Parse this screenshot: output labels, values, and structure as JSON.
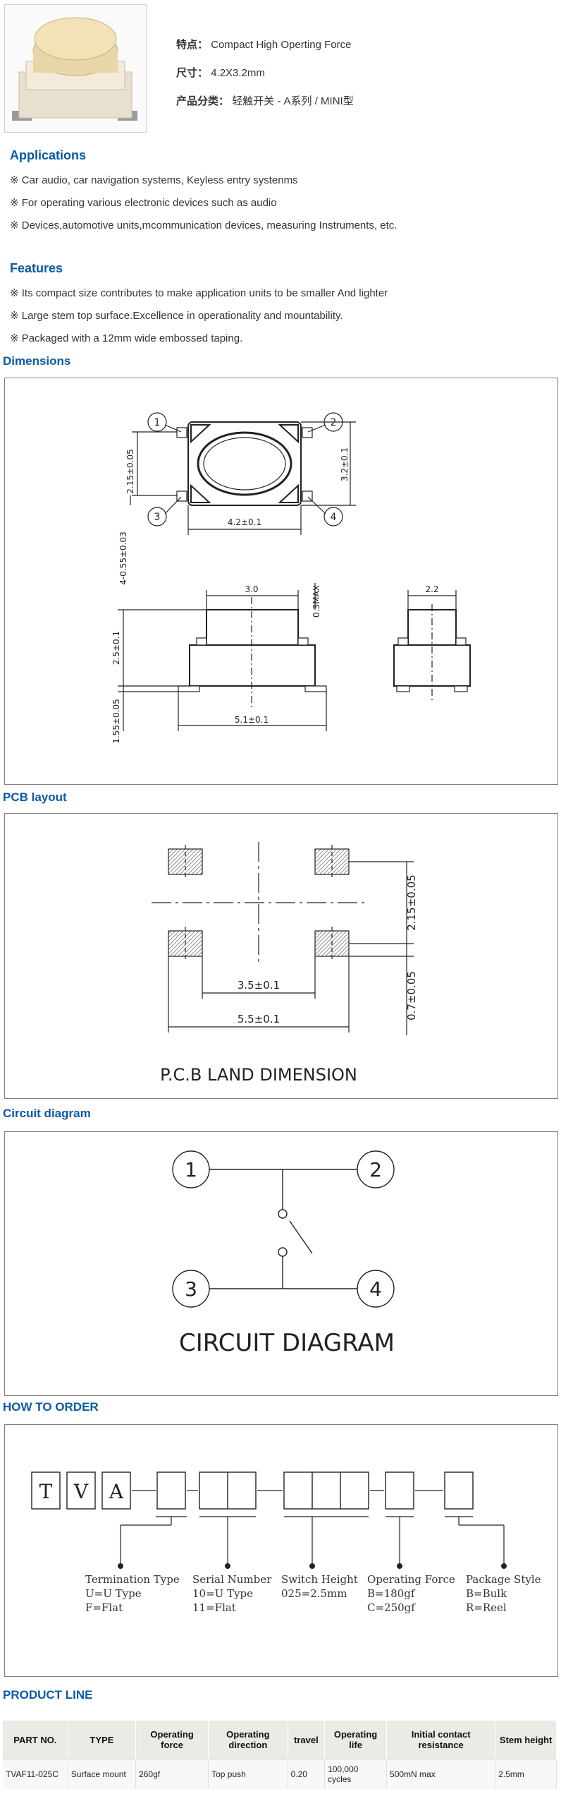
{
  "specs": {
    "feature_label": "特点：",
    "feature_value": "Compact High Operting Force",
    "size_label": "尺寸：",
    "size_value": "4.2X3.2mm",
    "category_label": "产品分类：",
    "category_value": "轻触开关 - A系列 / MINI型"
  },
  "applications": {
    "title": "Applications",
    "lines": [
      "※ Car audio, car navigation systems, Keyless entry systenms",
      "※ For operating various electronic devices such as audio",
      "※ Devices,automotive units,mcommunication devices, measuring Instruments, etc."
    ]
  },
  "features": {
    "title": "Features",
    "lines": [
      "※ Its compact size contributes to make application units to be smaller And lighter",
      "※ Large stem top surface.Excellence in operationality and mountability.",
      "※ Packaged with a 12mm wide embossed taping."
    ]
  },
  "dimensions": {
    "title": "Dimensions",
    "labels": {
      "pin1": "1",
      "pin2": "2",
      "pin3": "3",
      "pin4": "4",
      "h215": "2.15±0.05",
      "h32": "3.2±0.1",
      "w42": "4.2±0.1",
      "d455": "4-0.55±0.03",
      "w30": "3.0",
      "h03": "0.3MAX",
      "h25": "2.5±0.1",
      "h155": "1.55±0.05",
      "w51": "5.1±0.1",
      "w22": "2.2"
    }
  },
  "pcb": {
    "title": "PCB layout",
    "labels": {
      "w35": "3.5±0.1",
      "w55": "5.5±0.1",
      "h215": "2.15±0.05",
      "h07": "0.7±0.05",
      "caption": "P.C.B LAND DIMENSION"
    }
  },
  "circuit": {
    "title": "Circuit diagram",
    "labels": {
      "p1": "1",
      "p2": "2",
      "p3": "3",
      "p4": "4",
      "caption": "CIRCUIT DIAGRAM"
    }
  },
  "order": {
    "title": "HOW TO ORDER",
    "letters": [
      "T",
      "V",
      "A"
    ],
    "legend": [
      {
        "title": "Termination Type",
        "lines": [
          "U=U Type",
          "F=Flat"
        ]
      },
      {
        "title": "Serial Number",
        "lines": [
          "10=U Type",
          "11=Flat"
        ]
      },
      {
        "title": "Switch Height",
        "lines": [
          "025=2.5mm"
        ]
      },
      {
        "title": "Operating Force",
        "lines": [
          "B=180gf",
          "C=250gf"
        ]
      },
      {
        "title": "Package Style",
        "lines": [
          "B=Bulk",
          "R=Reel"
        ]
      }
    ]
  },
  "product_line": {
    "title": "PRODUCT LINE",
    "headers": [
      "PART NO.",
      "TYPE",
      "Operating force",
      "Operating direction",
      "travel",
      "Operating life",
      "Initial contact resistance",
      "Stem height"
    ],
    "rows": [
      [
        "TVAF11-025C",
        "Surface mount",
        "260gf",
        "Top push",
        "0.20",
        "100,000 cycles",
        "500mN max",
        "2.5mm"
      ]
    ]
  }
}
